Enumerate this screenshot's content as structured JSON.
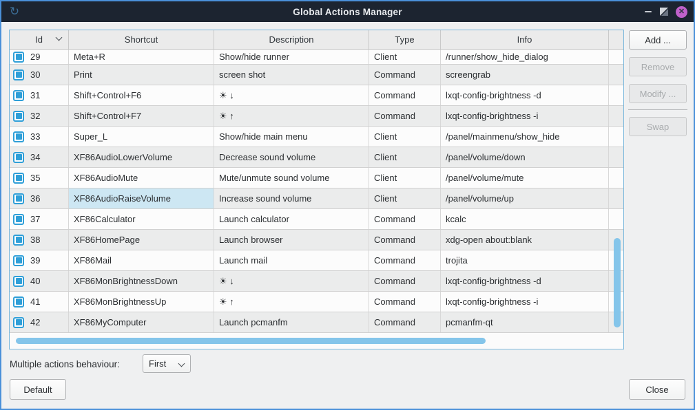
{
  "window": {
    "title": "Global Actions Manager",
    "icons": {
      "app": "↻",
      "close": "✕"
    }
  },
  "colors": {
    "window_border": "#4a90d9",
    "titlebar_bg": "#1c2430",
    "close_button": "#c061cb",
    "checkbox_accent": "#2f9fd8",
    "selection_highlight": "#cde7f3",
    "scrollbar_thumb": "#84c5ea",
    "table_focus_border": "#79b7dc"
  },
  "table": {
    "columns": [
      "Id",
      "Shortcut",
      "Description",
      "Type",
      "Info"
    ],
    "rows": [
      {
        "id": "29",
        "shortcut": "Meta+R",
        "description": "Show/hide runner",
        "type": "Client",
        "info": "/runner/show_hide_dialog",
        "checked": true,
        "clipped": true
      },
      {
        "id": "30",
        "shortcut": "Print",
        "description": "screen shot",
        "type": "Command",
        "info": "screengrab",
        "checked": true
      },
      {
        "id": "31",
        "shortcut": "Shift+Control+F6",
        "description": "☀ ↓",
        "type": "Command",
        "info": "lxqt-config-brightness -d",
        "checked": true
      },
      {
        "id": "32",
        "shortcut": "Shift+Control+F7",
        "description": "☀ ↑",
        "type": "Command",
        "info": "lxqt-config-brightness -i",
        "checked": true
      },
      {
        "id": "33",
        "shortcut": "Super_L",
        "description": "Show/hide main menu",
        "type": "Client",
        "info": "/panel/mainmenu/show_hide",
        "checked": true
      },
      {
        "id": "34",
        "shortcut": "XF86AudioLowerVolume",
        "description": "Decrease sound volume",
        "type": "Client",
        "info": "/panel/volume/down",
        "checked": true
      },
      {
        "id": "35",
        "shortcut": "XF86AudioMute",
        "description": "Mute/unmute sound volume",
        "type": "Client",
        "info": "/panel/volume/mute",
        "checked": true
      },
      {
        "id": "36",
        "shortcut": "XF86AudioRaiseVolume",
        "description": "Increase sound volume",
        "type": "Client",
        "info": "/panel/volume/up",
        "checked": true,
        "highlighted": true
      },
      {
        "id": "37",
        "shortcut": "XF86Calculator",
        "description": "Launch calculator",
        "type": "Command",
        "info": "kcalc",
        "checked": true
      },
      {
        "id": "38",
        "shortcut": "XF86HomePage",
        "description": "Launch browser",
        "type": "Command",
        "info": "xdg-open about:blank",
        "checked": true
      },
      {
        "id": "39",
        "shortcut": "XF86Mail",
        "description": "Launch mail",
        "type": "Command",
        "info": "trojita",
        "checked": true
      },
      {
        "id": "40",
        "shortcut": "XF86MonBrightnessDown",
        "description": "☀ ↓",
        "type": "Command",
        "info": "lxqt-config-brightness -d",
        "checked": true
      },
      {
        "id": "41",
        "shortcut": "XF86MonBrightnessUp",
        "description": "☀ ↑",
        "type": "Command",
        "info": "lxqt-config-brightness -i",
        "checked": true
      },
      {
        "id": "42",
        "shortcut": "XF86MyComputer",
        "description": "Launch pcmanfm",
        "type": "Command",
        "info": "pcmanfm-qt",
        "checked": true
      }
    ]
  },
  "side_buttons": {
    "add": {
      "label": "Add ...",
      "enabled": true
    },
    "remove": {
      "label": "Remove",
      "enabled": false
    },
    "modify": {
      "label": "Modify ...",
      "enabled": false
    },
    "swap": {
      "label": "Swap",
      "enabled": false
    }
  },
  "footer": {
    "behaviour_label": "Multiple actions behaviour:",
    "behaviour_value": "First",
    "default_button": "Default",
    "close_button": "Close"
  }
}
